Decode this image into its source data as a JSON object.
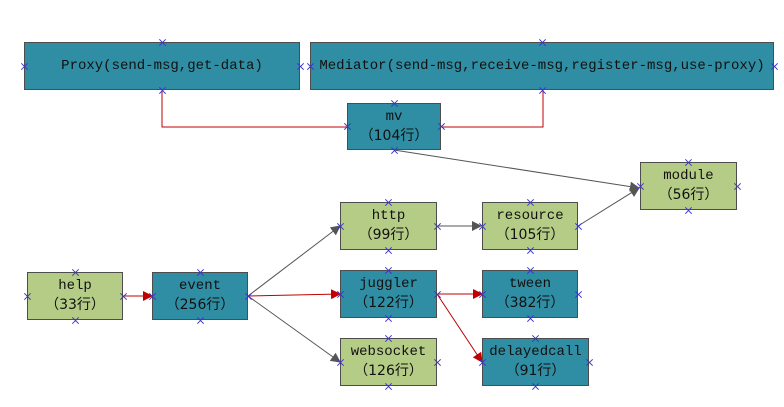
{
  "colors": {
    "teal": "#2f8ea3",
    "green": "#b5cc86",
    "arrow_gray": "#555555",
    "arrow_red": "#c00000",
    "handle": "#3a35c8"
  },
  "nodes": {
    "proxy": {
      "line1": "Proxy(send-msg,get-data)",
      "line2": "",
      "fill": "teal"
    },
    "mediator": {
      "line1": "Mediator(send-msg,receive-msg,register-msg,use-proxy)",
      "line2": "",
      "fill": "teal"
    },
    "mv": {
      "line1": "mv",
      "line2": "（104行）",
      "fill": "teal"
    },
    "module": {
      "line1": "module",
      "line2": "（56行）",
      "fill": "green"
    },
    "http": {
      "line1": "http",
      "line2": "（99行）",
      "fill": "green"
    },
    "resource": {
      "line1": "resource",
      "line2": "（105行）",
      "fill": "green"
    },
    "help": {
      "line1": "help",
      "line2": "（33行）",
      "fill": "green"
    },
    "event": {
      "line1": "event",
      "line2": "（256行）",
      "fill": "teal"
    },
    "juggler": {
      "line1": "juggler",
      "line2": "（122行）",
      "fill": "teal"
    },
    "tween": {
      "line1": "tween",
      "line2": "（382行）",
      "fill": "teal"
    },
    "websocket": {
      "line1": "websocket",
      "line2": "（126行）",
      "fill": "green"
    },
    "delayedcall": {
      "line1": "delayedcall",
      "line2": "（91行）",
      "fill": "teal"
    }
  },
  "connectors": [
    {
      "from": "proxy",
      "to": "mv",
      "style": "red-elbow-line"
    },
    {
      "from": "mediator",
      "to": "mv",
      "style": "red-elbow-line"
    },
    {
      "from": "mv",
      "to": "module",
      "style": "gray-arrow"
    },
    {
      "from": "resource",
      "to": "module",
      "style": "gray-arrow"
    },
    {
      "from": "http",
      "to": "resource",
      "style": "gray-arrow"
    },
    {
      "from": "help",
      "to": "event",
      "style": "red-arrow"
    },
    {
      "from": "event",
      "to": "http",
      "style": "gray-arrow"
    },
    {
      "from": "event",
      "to": "juggler",
      "style": "red-arrow"
    },
    {
      "from": "event",
      "to": "websocket",
      "style": "gray-arrow"
    },
    {
      "from": "juggler",
      "to": "tween",
      "style": "red-arrow"
    },
    {
      "from": "juggler",
      "to": "delayedcall",
      "style": "red-arrow"
    }
  ]
}
